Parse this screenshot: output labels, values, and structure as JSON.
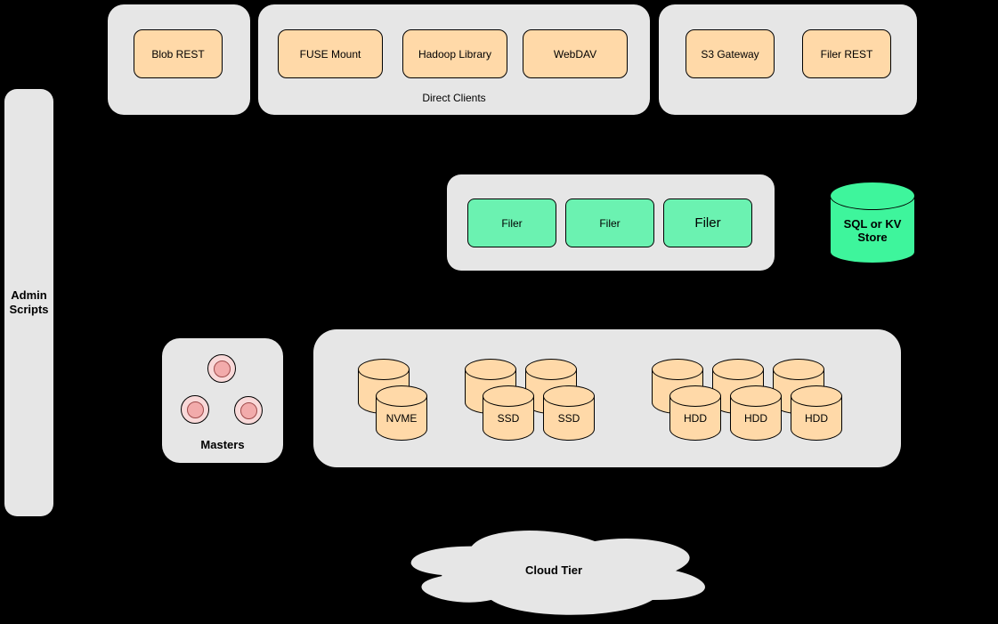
{
  "colors": {
    "background": "#000000",
    "panel": "#e6e6e6",
    "orange": "#ffd9a8",
    "green_box": "#6bf2b1",
    "green_cylinder": "#3ef59c",
    "pink_outer": "#f9d9d9",
    "pink_inner": "#f2abab"
  },
  "top_row": {
    "blob_group": {
      "blob_rest": "Blob REST"
    },
    "direct_clients": {
      "label": "Direct Clients",
      "fuse_mount": "FUSE Mount",
      "hadoop_library": "Hadoop Library",
      "webdav": "WebDAV"
    },
    "gateway_group": {
      "s3_gateway": "S3 Gateway",
      "filer_rest": "Filer REST"
    }
  },
  "admin_scripts": {
    "line1": "Admin",
    "line2": "Scripts"
  },
  "filer_cluster": {
    "filers": [
      "Filer",
      "Filer",
      "Filer"
    ]
  },
  "sql_store": {
    "line1": "SQL or KV",
    "line2": "Store"
  },
  "masters": {
    "label": "Masters"
  },
  "volume_servers": {
    "nvme": [
      "NVME"
    ],
    "ssd": [
      "SSD",
      "SSD"
    ],
    "hdd": [
      "HDD",
      "HDD",
      "HDD"
    ]
  },
  "cloud_tier": {
    "label": "Cloud Tier"
  }
}
